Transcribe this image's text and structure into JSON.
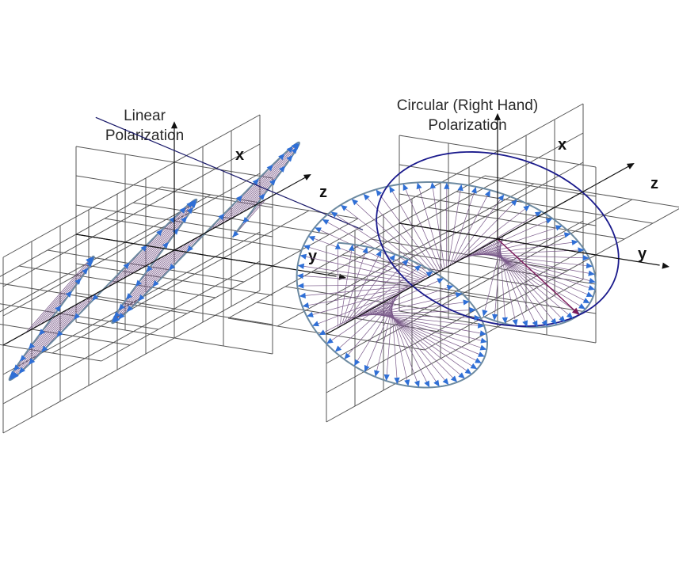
{
  "linear": {
    "title": "Linear\nPolarization",
    "axes": {
      "x": "x",
      "y": "y",
      "z": "z"
    }
  },
  "circular": {
    "title": "Circular (Right Hand)\nPolarization",
    "axes": {
      "x": "x",
      "y": "y",
      "z": "z"
    }
  },
  "colors": {
    "grid": "#555555",
    "hatch": "#7a5a8a",
    "arrow": "#2f6fd6",
    "envelope": "#6d8aa0",
    "circle": "#1a1a8c",
    "label": "#111111"
  },
  "icons": [
    "arrow-head-icon"
  ]
}
